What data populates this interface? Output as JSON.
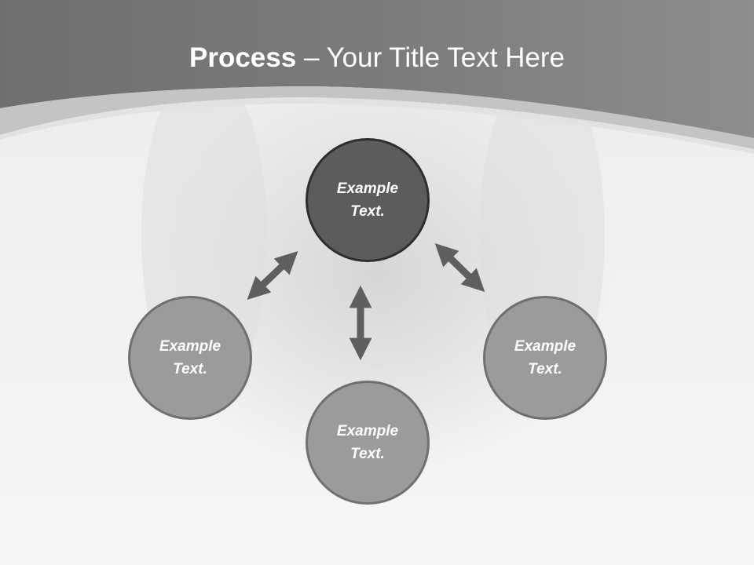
{
  "slide": {
    "title_strong": "Process",
    "title_rest": " – Your Title Text Here"
  },
  "nodes": [
    {
      "line1": "Example",
      "line2": "Text."
    },
    {
      "line1": "Example",
      "line2": "Text."
    },
    {
      "line1": "Example",
      "line2": "Text."
    },
    {
      "line1": "Example",
      "line2": "Text."
    }
  ],
  "colors": {
    "header": "#7a7a7a",
    "center_node": "#5c5c5c",
    "outer_node": "#9b9b9b",
    "arrow": "#5f5f5f"
  }
}
